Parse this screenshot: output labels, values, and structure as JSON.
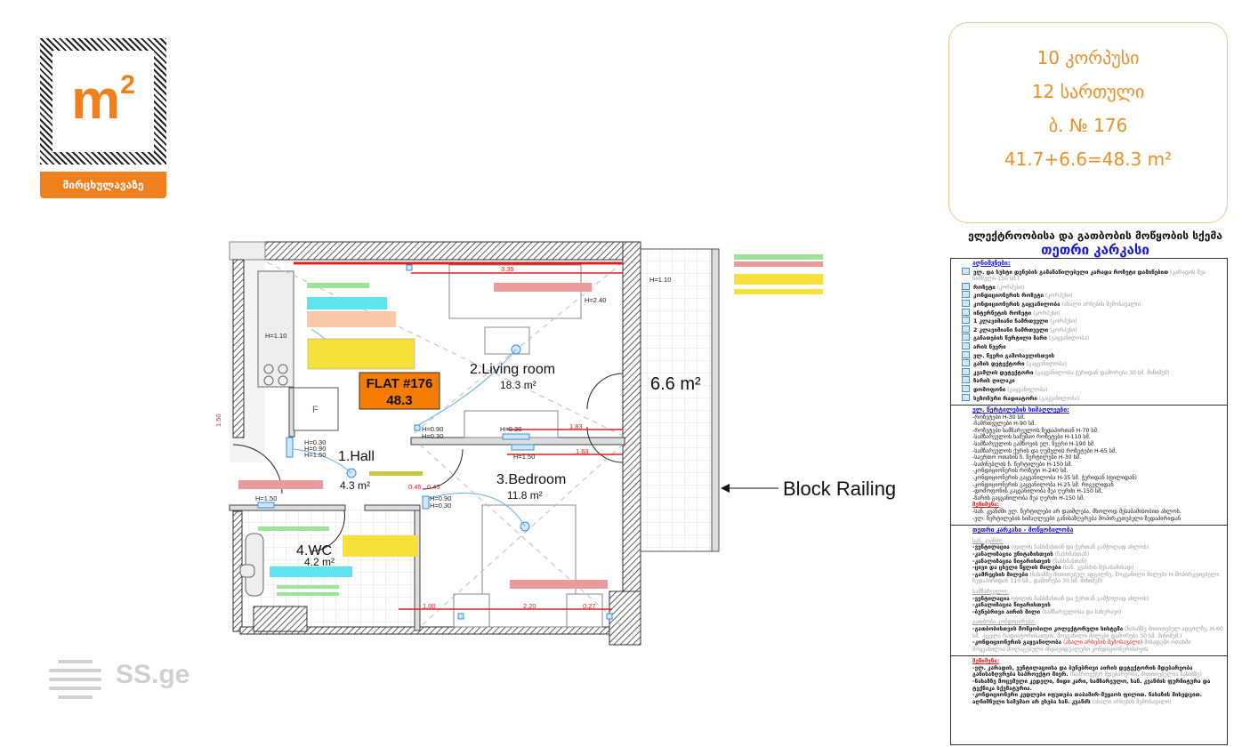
{
  "logo": {
    "mark": "m",
    "superscript": "2",
    "caption": "მირცხულავაზე"
  },
  "info": {
    "building": "10 კორპუსი",
    "floor": "12 სართული",
    "flat": "ბ. № 176",
    "area_formula": "41.7+6.6=48.3 m²"
  },
  "scheme": {
    "title": "ელექტროობისა და გათბობის მოწყობის სქემა",
    "subtitle": "თეთრი კარკასი"
  },
  "plan": {
    "flat_badge": {
      "title": "FLAT #176",
      "area": "48.3"
    },
    "rooms": [
      {
        "name": "1.Hall",
        "area": "4.3 m²"
      },
      {
        "name": "2.Living room",
        "area": "18.3 m²"
      },
      {
        "name": "3.Bedroom",
        "area": "11.8 m²"
      },
      {
        "name": "4.WC",
        "area": "4.2 m²"
      }
    ],
    "balcony_area": "6.6 m²",
    "fridge_label": "F",
    "heights": [
      "H=1.10",
      "H=2.40",
      "H=1.10",
      "H=0.90",
      "H=0.30",
      "H=0.30",
      "H=0.90",
      "H=1.50",
      "H=1.50",
      "H=0.90",
      "H=0.30",
      "H=1.50",
      "H=0.30"
    ],
    "dimensions": [
      "3.35",
      "1.83",
      "1.63",
      "1.00",
      "2.20",
      "0.27",
      "0.45",
      "0.45",
      "1.50"
    ],
    "railing_label": "Block Railing"
  },
  "legend": {
    "sections": [
      {
        "heading": "აღნიშვნები:",
        "items": [
          {
            "text": "ელ. და სუსტი დენების გამანაწილებელი კარადა როზეტი დამიწებით",
            "note": "(კარადის შუა ნიშნული-150 სმ.)"
          },
          {
            "text": "როზეტი",
            "note": "(კორპუსი)"
          },
          {
            "text": "კონდიციონერის როზეტი",
            "note": "(კორპუსი)"
          },
          {
            "text": "კონდიციონერის გაყვანილობა",
            "note": "(ახალი არხების შემოსავალი)"
          },
          {
            "text": "ინტერნეტის როზეტი",
            "note": "(კორპუსი)"
          },
          {
            "text": "1 კლავიშიანი ჩამრთველი",
            "note": "(კორპუსი)"
          },
          {
            "text": "2 კლავიშიანი ჩამრთველი",
            "note": "(კორპუსი)"
          },
          {
            "text": "განათების წერტილი ზარი",
            "note": "(გაყვანილობა)"
          },
          {
            "text": "არის წვერი",
            "note": ""
          },
          {
            "text": "ელ. წვერი გამოსავლისთვის",
            "note": ""
          },
          {
            "text": "გაზის დეტექტორი",
            "note": "(გაყვანილობა)"
          },
          {
            "text": "კვამლის დეტექტორი",
            "note": "(გაყვანილობა-ჭერიდან დაშორება 30 სმ. მინიმუმ)"
          },
          {
            "text": "ზარის ღილაკი",
            "note": ""
          },
          {
            "text": "დომოფონი",
            "note": "(გაყვანილობა)"
          },
          {
            "text": "სეზონური რადიატორი",
            "note": "(გაყვანილობა)"
          }
        ]
      },
      {
        "heading": "ელ. წერტილების სიმაღლეები:",
        "items": [
          "-როზეტები H-30 სმ.",
          "-ჩამრთველები H-90 სმ.",
          "-როზეტები სამზარეულოს ზედაპირთან H-70 სმ.",
          "-სამზარეულოს სამუშაო როზეტები H-110 სმ.",
          "-სამზარეულოს გამწოვის ელ. წვერი H-190 სმ.",
          "-სამზარეულოს ქურის და ღუმელის როზეტები H-65 სმ.",
          "-საერთო ოთახის ჩ. წერტილები H-30 სმ.",
          "-საძინებლის ჩ. წერტილები H-150 სმ.",
          "-კონდიციონერის როზეტი H-240 სმ.",
          "-კონდიციონერის გაყვანილობა H-35 სმ. ჭერიდან (ფილიდან)",
          "-კონდიციონერის გაყვანილობა H-25 სმ. რიგელიდან",
          "-დომოფონის გაყვანილობა შუა ღერძი H-150 სმ.",
          "-ზარის გაყვანილობა შუა ღერძი H-150 სმ."
        ],
        "warning_heading": "შენიშვნა:",
        "warnings": [
          "-სან. კვანძში ელ. წერტილები არ დაიშლება, მხოლოდ შესაბამისობით ახლოს.",
          "-ელ. წერტილების სიმაღლეები განისაზღვრება მოპირკეთებული ზედაპირიდან"
        ]
      },
      {
        "heading": "თეთრი კარკასი - მოწყობილობა",
        "groups": [
          {
            "title": "სან. კვანძი:",
            "items": [
              {
                "text": "-ვენტილაცია",
                "note": "(ფილის ჩასხმასთან და ჭერთან გამჭოლად ახლოს)"
              },
              {
                "text": "-კანალიზაცია უნიტაზისთვის",
                "note": "(ჩასხმასთან)"
              },
              {
                "text": "-კანალიზაცია ნიჟარისთვის",
                "note": "(ჩასხმასთან)"
              },
              {
                "text": "-ცივი და ცხელი წყლის მილები",
                "note": "(სან. კვანძის შესაბამისად)"
              },
              {
                "text": "-გამრეცხის მილები",
                "note": "(ნახაზზე მითითებულ ადგილზე, მოყვანილი მილები H-მოპირკეთებული ზედაპირიდან 110 სმ., დაშორება 30 სმ. მინიმუმ)"
              }
            ]
          },
          {
            "title": "სამზარეულო:",
            "items": [
              {
                "text": "-ვენტილაცია",
                "note": "(ფილის ჩასხმასთან და ჭერთან გამჭოლად ახლოს)"
              },
              {
                "text": "-კანალიზაცია ნიჟარისთვის",
                "note": ""
              },
              {
                "text": "-ბუნებრივი აირის მილი",
                "note": "(სამზარეულოსა და სახურავი)"
              }
            ]
          },
          {
            "title": "გათბობა-კონდიცირება:",
            "items": [
              {
                "text": "-გათბობისთვის მოწყობილი კოლექტორული სისტემა",
                "note": "(ნახაზზე მითითებულ ადგილზე. H-60 სმ. -ყველა რადიატორისათვის, მოყვანილი მილები დაშორება 30 სმ. მინიმუმ.)"
              },
              {
                "text": "-კონდიციონერის გაყვანილობა",
                "note_red": "(ახალი არხების შემოსავალი)",
                "note": "მისადგმი ოთახში მოყვანილია მოლაგებული ინდივიდუალური კონდიციონერისთვის"
              }
            ]
          }
        ]
      },
      {
        "heading": "შენიშვნა:",
        "items": [
          {
            "text": "-ელ. კარადის, ვენტილაციისა და ბუნებრივი აირის დეტექტორის მდებარეობა განისაზღვრება საპროექტო მიერ.",
            "note": "(საპროექტო მდებარეობა, მითითებულია ნახაზზე)"
          },
          {
            "text": "-ნახაზზე მოცემული კედელი, მიდი კარი, სამზარეულო, სან. კვანძის ფურნიტურა და ტექნიკა სქემატურია.",
            "note": ""
          },
          {
            "text": "-კონდიციონერი კედლები იფუთება თაბაშირ-მუყაოს ფილით. ნახაზის მიხედვით. აღნიშნული სამუშაო არ ეხება სან. კვანძს",
            "note": "(ახალი არხების შემოსავალი)"
          }
        ]
      }
    ]
  },
  "watermark": "SS.ge",
  "colors": {
    "accent": "#f07f1e",
    "info_text": "#e8912a",
    "legend_heading": "#1a1ad0",
    "warning": "#e02020",
    "dimension": "#e02020",
    "fixture": "#3a8fd8"
  }
}
